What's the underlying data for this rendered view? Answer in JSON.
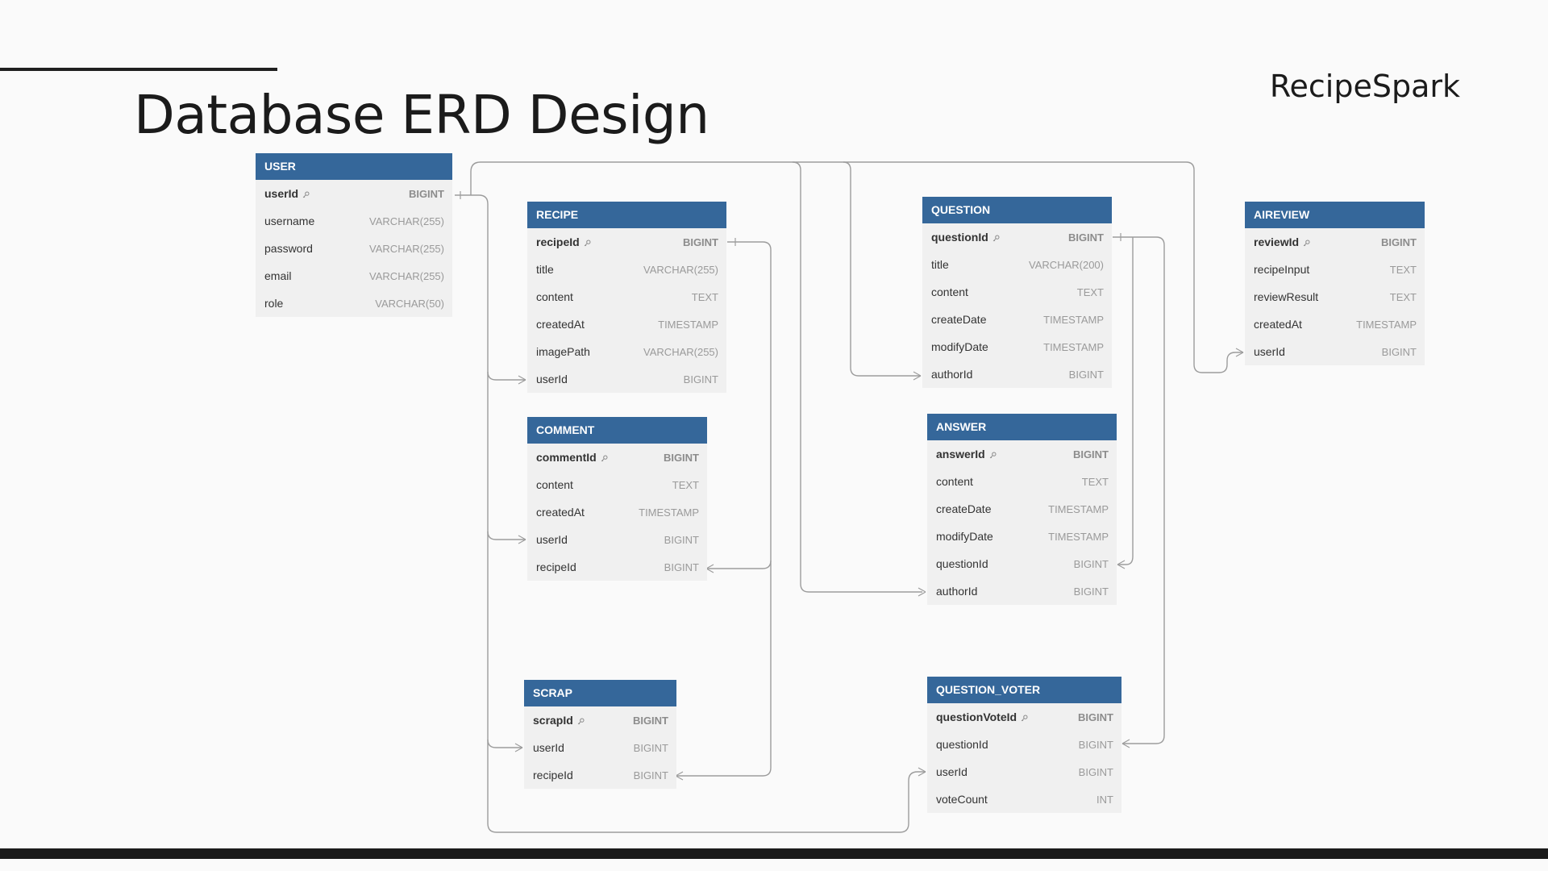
{
  "header": {
    "title": "Database ERD Design",
    "brand": "RecipeSpark"
  },
  "icons": {
    "primary_key": "key-icon"
  },
  "colors": {
    "header": "#35679a",
    "line": "#9a9a9a",
    "body": "#f0f0f0"
  },
  "tables": {
    "user": {
      "name": "USER",
      "fields": [
        {
          "name": "userId",
          "type": "BIGINT",
          "pk": true
        },
        {
          "name": "username",
          "type": "VARCHAR(255)"
        },
        {
          "name": "password",
          "type": "VARCHAR(255)"
        },
        {
          "name": "email",
          "type": "VARCHAR(255)"
        },
        {
          "name": "role",
          "type": "VARCHAR(50)"
        }
      ]
    },
    "recipe": {
      "name": "RECIPE",
      "fields": [
        {
          "name": "recipeId",
          "type": "BIGINT",
          "pk": true
        },
        {
          "name": "title",
          "type": "VARCHAR(255)"
        },
        {
          "name": "content",
          "type": "TEXT"
        },
        {
          "name": "createdAt",
          "type": "TIMESTAMP"
        },
        {
          "name": "imagePath",
          "type": "VARCHAR(255)"
        },
        {
          "name": "userId",
          "type": "BIGINT"
        }
      ]
    },
    "comment": {
      "name": "COMMENT",
      "fields": [
        {
          "name": "commentId",
          "type": "BIGINT",
          "pk": true
        },
        {
          "name": "content",
          "type": "TEXT"
        },
        {
          "name": "createdAt",
          "type": "TIMESTAMP"
        },
        {
          "name": "userId",
          "type": "BIGINT"
        },
        {
          "name": "recipeId",
          "type": "BIGINT"
        }
      ]
    },
    "scrap": {
      "name": "SCRAP",
      "fields": [
        {
          "name": "scrapId",
          "type": "BIGINT",
          "pk": true
        },
        {
          "name": "userId",
          "type": "BIGINT"
        },
        {
          "name": "recipeId",
          "type": "BIGINT"
        }
      ]
    },
    "question": {
      "name": "QUESTION",
      "fields": [
        {
          "name": "questionId",
          "type": "BIGINT",
          "pk": true
        },
        {
          "name": "title",
          "type": "VARCHAR(200)"
        },
        {
          "name": "content",
          "type": "TEXT"
        },
        {
          "name": "createDate",
          "type": "TIMESTAMP"
        },
        {
          "name": "modifyDate",
          "type": "TIMESTAMP"
        },
        {
          "name": "authorId",
          "type": "BIGINT"
        }
      ]
    },
    "answer": {
      "name": "ANSWER",
      "fields": [
        {
          "name": "answerId",
          "type": "BIGINT",
          "pk": true
        },
        {
          "name": "content",
          "type": "TEXT"
        },
        {
          "name": "createDate",
          "type": "TIMESTAMP"
        },
        {
          "name": "modifyDate",
          "type": "TIMESTAMP"
        },
        {
          "name": "questionId",
          "type": "BIGINT"
        },
        {
          "name": "authorId",
          "type": "BIGINT"
        }
      ]
    },
    "question_voter": {
      "name": "QUESTION_VOTER",
      "fields": [
        {
          "name": "questionVoteId",
          "type": "BIGINT",
          "pk": true
        },
        {
          "name": "questionId",
          "type": "BIGINT"
        },
        {
          "name": "userId",
          "type": "BIGINT"
        },
        {
          "name": "voteCount",
          "type": "INT"
        }
      ]
    },
    "aireview": {
      "name": "AIREVIEW",
      "fields": [
        {
          "name": "reviewId",
          "type": "BIGINT",
          "pk": true
        },
        {
          "name": "recipeInput",
          "type": "TEXT"
        },
        {
          "name": "reviewResult",
          "type": "TEXT"
        },
        {
          "name": "createdAt",
          "type": "TIMESTAMP"
        },
        {
          "name": "userId",
          "type": "BIGINT"
        }
      ]
    }
  }
}
